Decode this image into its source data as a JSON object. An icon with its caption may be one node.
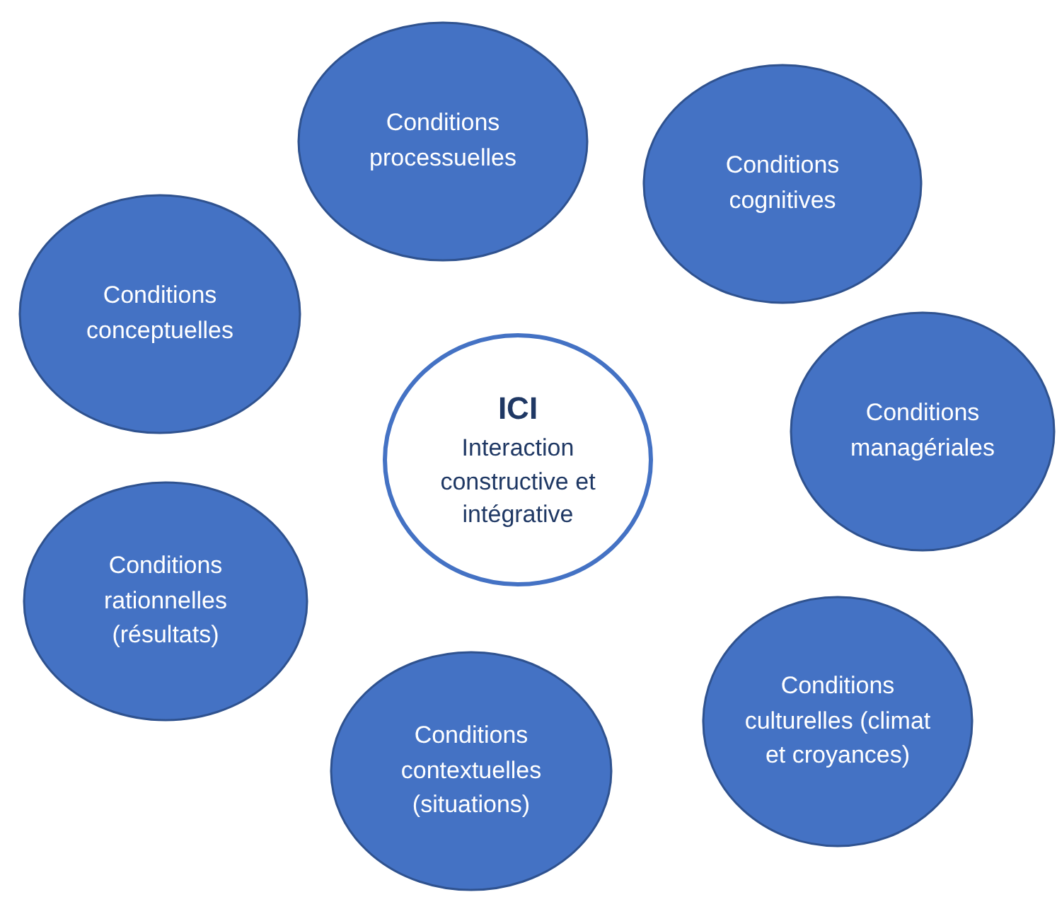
{
  "diagram": {
    "nodes": [
      {
        "text": [
          "Conditions processuelles"
        ]
      },
      {
        "text": [
          "Conditions cognitives"
        ]
      },
      {
        "text": [
          "Conditions conceptuelles"
        ]
      },
      {
        "text": [
          "ICI",
          "Interaction constructive et intégrative"
        ]
      },
      {
        "text": [
          "Conditions managériales"
        ]
      },
      {
        "text": [
          "Conditions rationnelles (résultats)"
        ]
      },
      {
        "text": [
          "Conditions culturelles (climat et croyances)"
        ]
      },
      {
        "text": [
          "Conditions contextuelles (situations)"
        ]
      }
    ]
  }
}
